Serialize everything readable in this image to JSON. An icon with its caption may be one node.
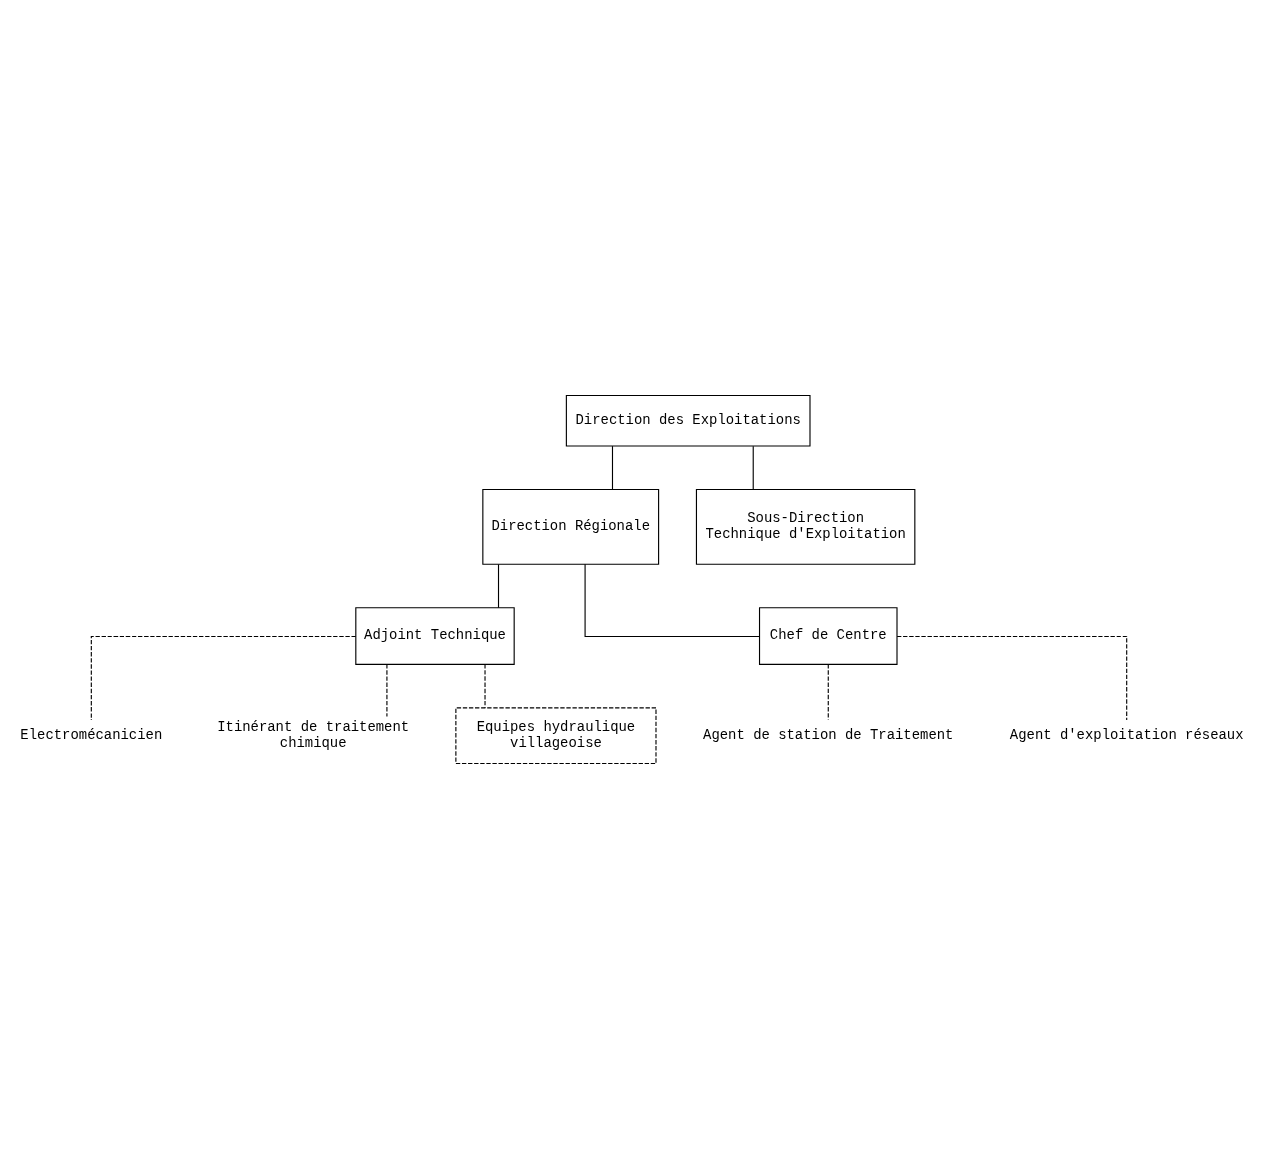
{
  "diagram": {
    "nodes": [
      {
        "text": [
          "Direction des Exploitations"
        ]
      },
      {
        "text": [
          "Direction Régionale"
        ]
      },
      {
        "text": [
          "Sous-Direction Technique d'Exploitation"
        ]
      },
      {
        "text": [
          "Adjoint Technique"
        ]
      },
      {
        "text": [
          "Chef de Centre"
        ]
      },
      {
        "text": [
          "Electromécanicien"
        ]
      },
      {
        "text": [
          "Itinérant de traitement chimique"
        ]
      },
      {
        "text": [
          "Equipes hydraulique villageoise"
        ]
      },
      {
        "text": [
          "Agent de station de Traitement"
        ]
      },
      {
        "text": [
          "Agent d'exploitation réseaux"
        ]
      }
    ],
    "edges": [
      {
        "from": 0,
        "to": 1,
        "arrow": "none"
      },
      {
        "from": 0,
        "to": 2,
        "arrow": "none"
      },
      {
        "from": 1,
        "to": 3,
        "arrow": "none"
      },
      {
        "from": 1,
        "to": 4,
        "arrow": "none"
      },
      {
        "from": 3,
        "to": 5,
        "arrow": "none",
        "style": "dashed"
      },
      {
        "from": 3,
        "to": 6,
        "arrow": "none",
        "style": "dashed"
      },
      {
        "from": 3,
        "to": 7,
        "arrow": "none",
        "style": "dashed"
      },
      {
        "from": 4,
        "to": 8,
        "arrow": "none",
        "style": "dashed"
      },
      {
        "from": 4,
        "to": 9,
        "arrow": "none",
        "style": "dashed"
      }
    ]
  }
}
